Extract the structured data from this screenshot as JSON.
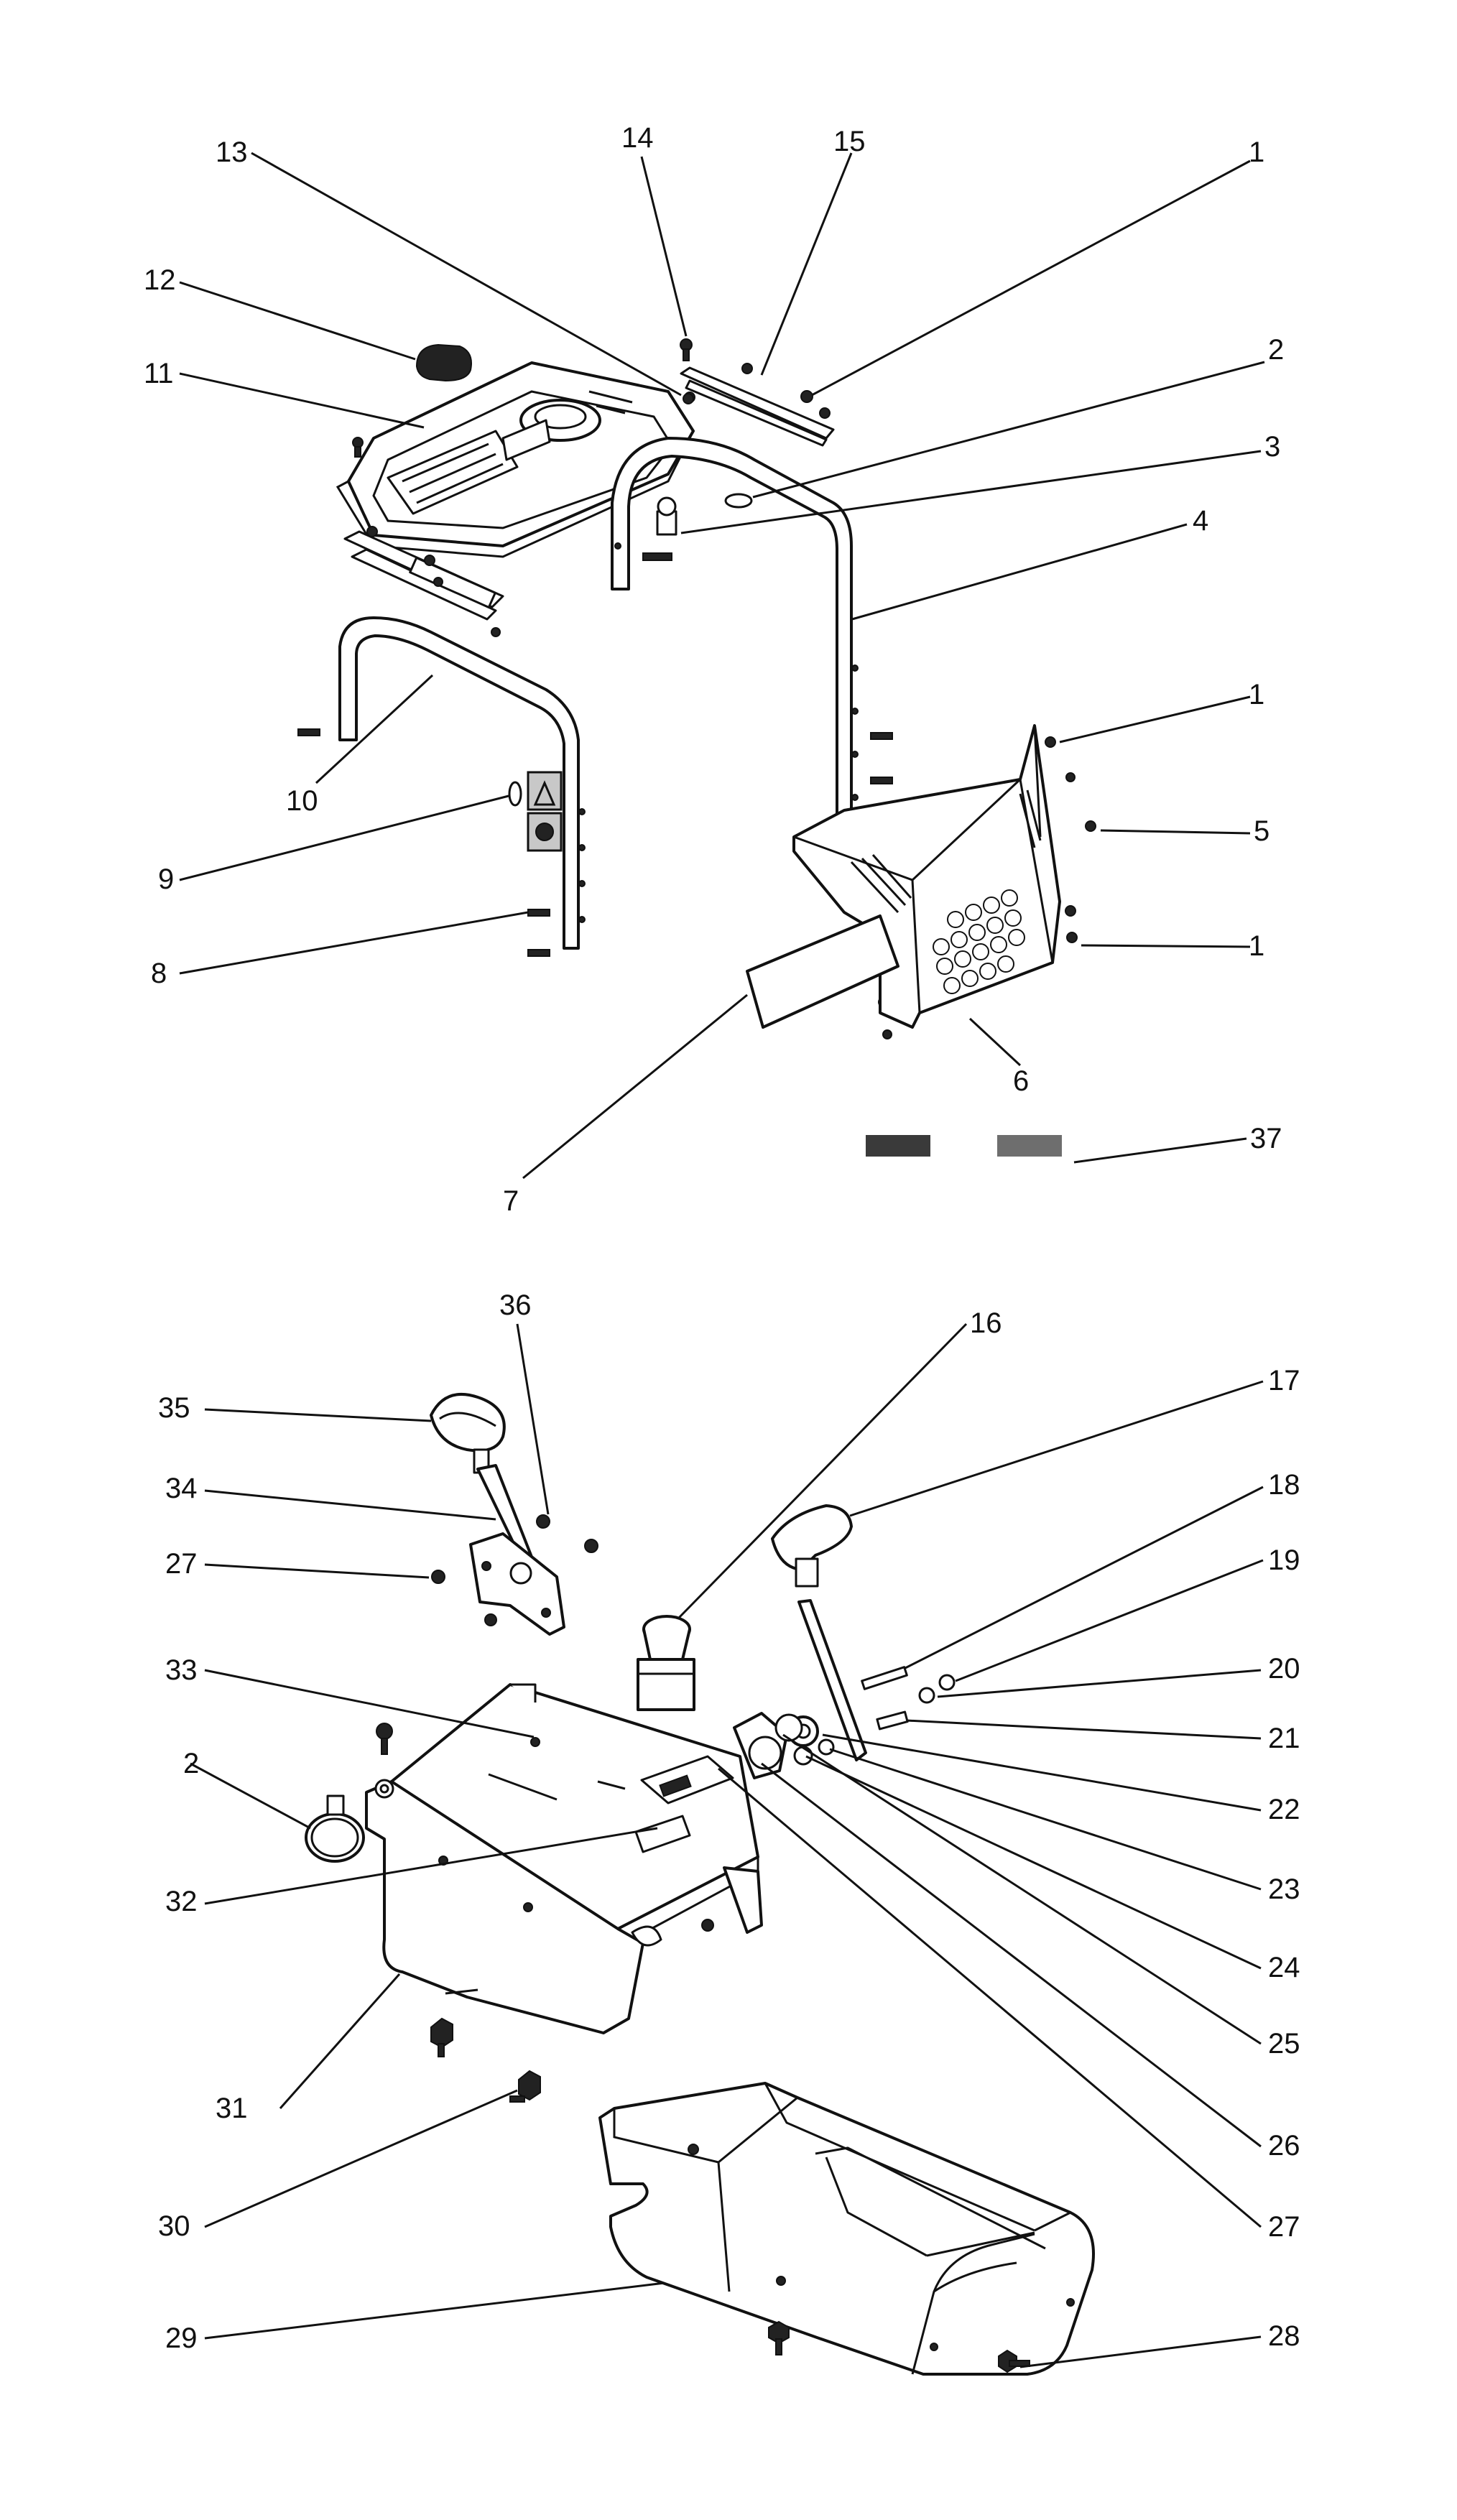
{
  "colors": {
    "ink": "#111111",
    "paper": "#ffffff",
    "swatch_dark": "#3a3a3a",
    "swatch_grey": "#6e6e6e",
    "decal_bg": "#c8c8c8"
  },
  "callouts": {
    "top": [
      "13",
      "14",
      "15",
      "1",
      "12",
      "2",
      "11",
      "3",
      "4",
      "1",
      "10",
      "5",
      "9",
      "1",
      "8",
      "6",
      "37",
      "7"
    ],
    "bottom": [
      "36",
      "16",
      "17",
      "35",
      "34",
      "18",
      "27",
      "19",
      "20",
      "33",
      "21",
      "2",
      "22",
      "32",
      "23",
      "24",
      "25",
      "31",
      "26",
      "30",
      "27",
      "29",
      "28"
    ]
  }
}
